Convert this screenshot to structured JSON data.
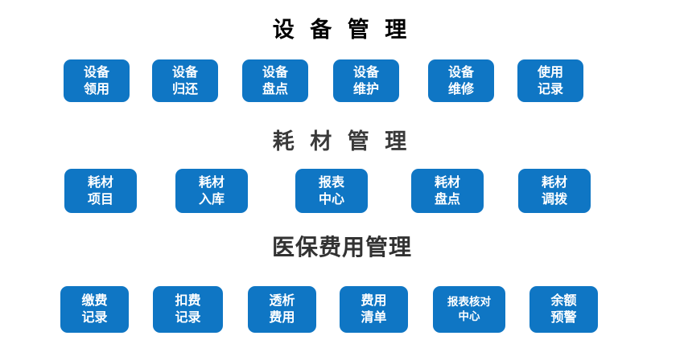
{
  "theme": {
    "background": "#ffffff",
    "accent_blue": "#0f76c4",
    "button_text_color": "#ffffff",
    "title1_color": "#000000",
    "title2_color": "#3a3a3a",
    "title3_color": "#323232"
  },
  "sections": [
    {
      "title": "设 备 管 理",
      "buttons": [
        {
          "label": "设备\n领用"
        },
        {
          "label": "设备\n归还"
        },
        {
          "label": "设备\n盘点"
        },
        {
          "label": "设备\n维护"
        },
        {
          "label": "设备\n维修"
        },
        {
          "label": "使用\n记录"
        }
      ]
    },
    {
      "title": "耗 材 管 理",
      "buttons": [
        {
          "label": "耗材\n项目"
        },
        {
          "label": "耗材\n入库"
        },
        {
          "label": "报表\n中心"
        },
        {
          "label": "耗材\n盘点"
        },
        {
          "label": "耗材\n调拨"
        }
      ]
    },
    {
      "title": "医保费用管理",
      "buttons": [
        {
          "label": "缴费\n记录"
        },
        {
          "label": "扣费\n记录"
        },
        {
          "label": "透析\n费用"
        },
        {
          "label": "费用\n清单"
        },
        {
          "label": "报表核对\n中心"
        },
        {
          "label": "余额\n预警"
        }
      ]
    }
  ]
}
